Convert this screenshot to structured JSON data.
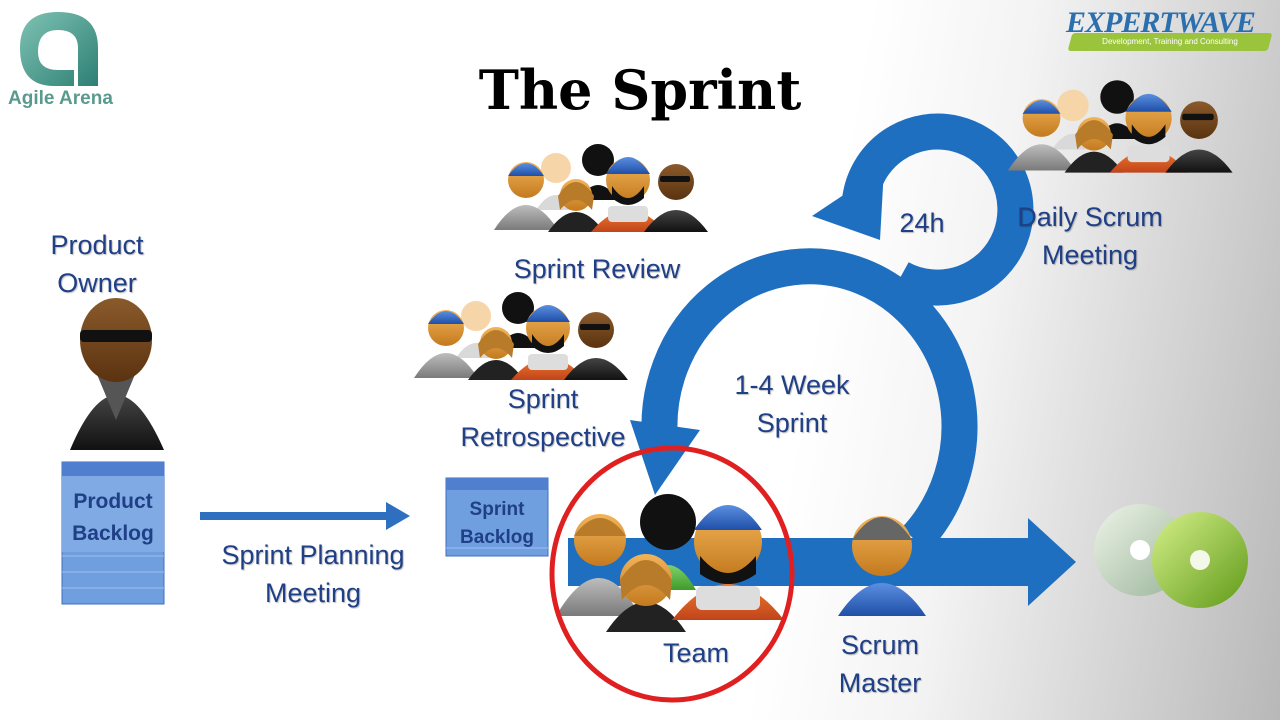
{
  "title": "The Sprint",
  "logo_left": "Agile Arena",
  "logo_right": {
    "name": "EXPERTWAVE",
    "tagline": "Development, Training and Consulting"
  },
  "labels": {
    "product_owner": [
      "Product",
      "Owner"
    ],
    "product_backlog": [
      "Product",
      "Backlog"
    ],
    "sprint_planning": [
      "Sprint Planning",
      "Meeting"
    ],
    "sprint_backlog": [
      "Sprint",
      "Backlog"
    ],
    "sprint_review": "Sprint Review",
    "sprint_retrospective": [
      "Sprint",
      "Retrospective"
    ],
    "daily_scrum": [
      "Daily Scrum",
      "Meeting"
    ],
    "cycle_24h": "24h",
    "sprint_length": [
      "1-4 Week",
      "Sprint"
    ],
    "team": "Team",
    "scrum_master": [
      "Scrum",
      "Master"
    ]
  },
  "colors": {
    "arrow_blue": "#1f6fc0",
    "text_blue": "#1f3f86",
    "team_circle": "#e02020",
    "backlog_fill": "#6f9fde"
  }
}
